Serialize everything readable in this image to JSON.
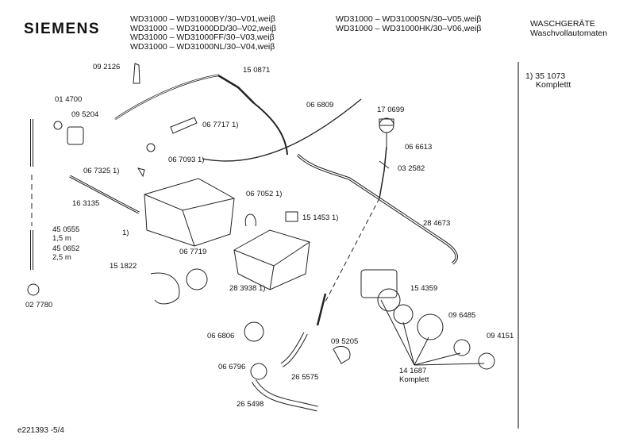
{
  "header": {
    "brand": "SIEMENS",
    "models_left": [
      "WD31000 – WD31000BY/30–V01,weiβ",
      "WD31000 – WD31000DD/30–V02,weiβ",
      "WD31000 – WD31000FF/30–V03,weiβ",
      "WD31000 – WD31000NL/30–V04,weiβ"
    ],
    "models_right": [
      "WD31000 – WD31000SN/30–V05,weiβ",
      "WD31000 – WD31000HK/30–V06,weiβ"
    ],
    "category": [
      "WASCHGERÄTE",
      "Waschvollautomaten"
    ]
  },
  "side_note": [
    "1)  35 1073",
    "Komplettt"
  ],
  "parts": [
    "09 2126",
    "15 0871",
    "01 4700",
    "09 5204",
    "06 7717 1)",
    "06 6809",
    "17 0699",
    "06 7093 1)",
    "06 6613",
    "03 2582",
    "06 7325 1)",
    "16 3135",
    "06 7052 1)",
    "15 1453 1)",
    "28 4673",
    "45 0555",
    "1,5 m",
    "45 0652",
    "2,5 m",
    "1)",
    "06 7719",
    "15 1822",
    "28 3938 1)",
    "15 4359",
    "09 6485",
    "02 7780",
    "06 6806",
    "09 5205",
    "09 4151",
    "06 6796",
    "26 5575",
    "14 1687",
    "Komplett",
    "26 5498"
  ],
  "footer": "e221393   -5/4"
}
